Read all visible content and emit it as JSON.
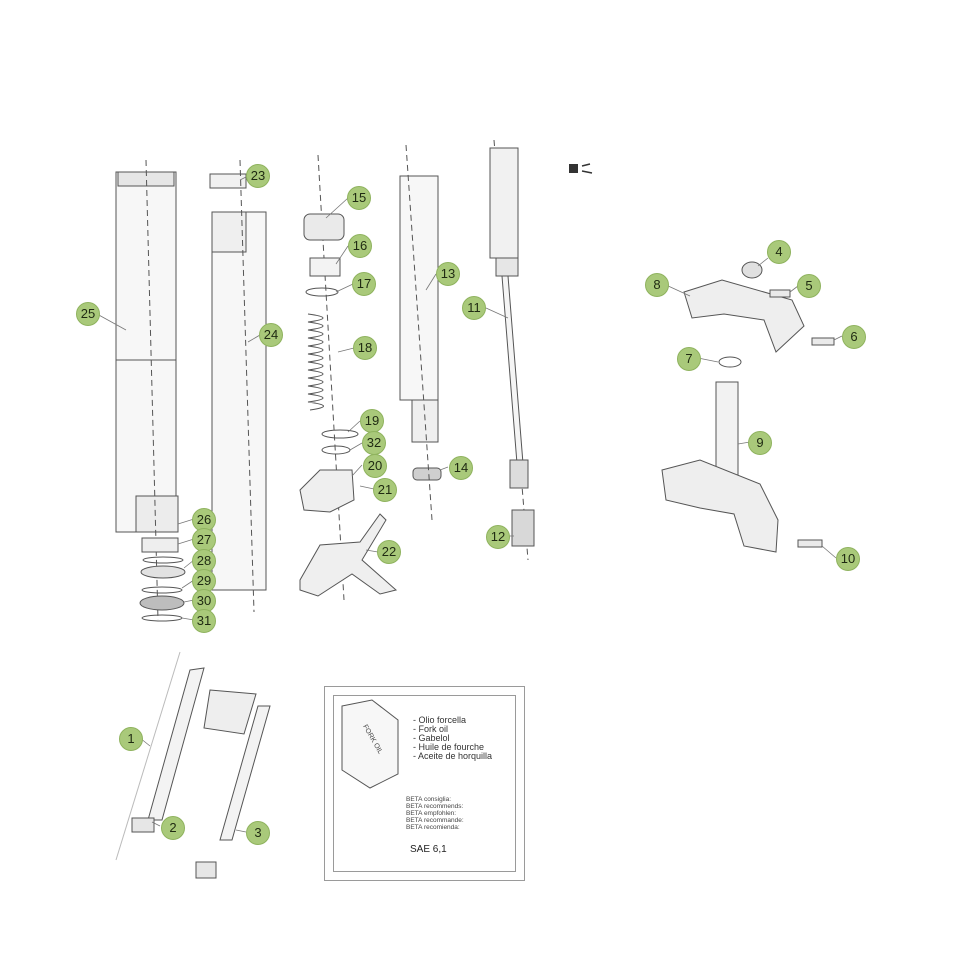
{
  "oil_panel": {
    "can_label": "FORK OIL",
    "oil_names": [
      "- Olio forcella",
      "- Fork oil",
      "- Gabelol",
      "- Huile de fourche",
      "- Aceite de horquilla"
    ],
    "recommend_lines": [
      "BETA consiglia:",
      "BETA recommends:",
      "BETA empfohlen:",
      "BETA recommande:",
      "BETA recomienda:"
    ],
    "grade": "SAE 6,1"
  },
  "callouts": [
    {
      "n": "1"
    },
    {
      "n": "2"
    },
    {
      "n": "3"
    },
    {
      "n": "4"
    },
    {
      "n": "5"
    },
    {
      "n": "6"
    },
    {
      "n": "7"
    },
    {
      "n": "8"
    },
    {
      "n": "9"
    },
    {
      "n": "10"
    },
    {
      "n": "11"
    },
    {
      "n": "12"
    },
    {
      "n": "13"
    },
    {
      "n": "14"
    },
    {
      "n": "15"
    },
    {
      "n": "16"
    },
    {
      "n": "17"
    },
    {
      "n": "18"
    },
    {
      "n": "19"
    },
    {
      "n": "20"
    },
    {
      "n": "21"
    },
    {
      "n": "22"
    },
    {
      "n": "23"
    },
    {
      "n": "24"
    },
    {
      "n": "25"
    },
    {
      "n": "26"
    },
    {
      "n": "27"
    },
    {
      "n": "28"
    },
    {
      "n": "29"
    },
    {
      "n": "30"
    },
    {
      "n": "31"
    },
    {
      "n": "32"
    }
  ],
  "colors": {
    "callout_fill": "#a9c97a",
    "line": "#555555",
    "part_fill": "#f2f2f2"
  }
}
